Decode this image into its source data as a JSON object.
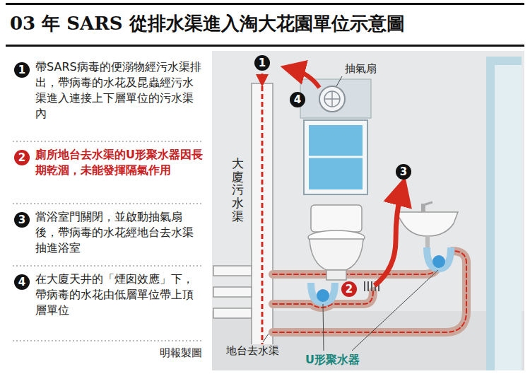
{
  "diagram": {
    "title": "03 年 SARS 從排水渠進入淘大花園單位示意圖",
    "labels": [
      "1",
      "帶SARS病毒的便溺物經污水渠排出，帶病毒的水花及昆蟲經污水渠進入連接上下層單位的污水渠內",
      "2",
      "廁所地台去水渠的U形聚水器因長期乾涸，未能發揮隔氣作用",
      "3",
      "當浴室門關閉，並啟動抽氣扇後，帶病毒的水花經地台去水渠抽進浴室",
      "4",
      "在大廈天井的「煙囱效應」下，帶病毒的水花由低層單位帶上頂層單位",
      "明報製圖",
      "1",
      "抽氣扇",
      "4",
      "大廈污水渠",
      "3",
      "2",
      "地台去水渠",
      "U形聚水器"
    ]
  }
}
